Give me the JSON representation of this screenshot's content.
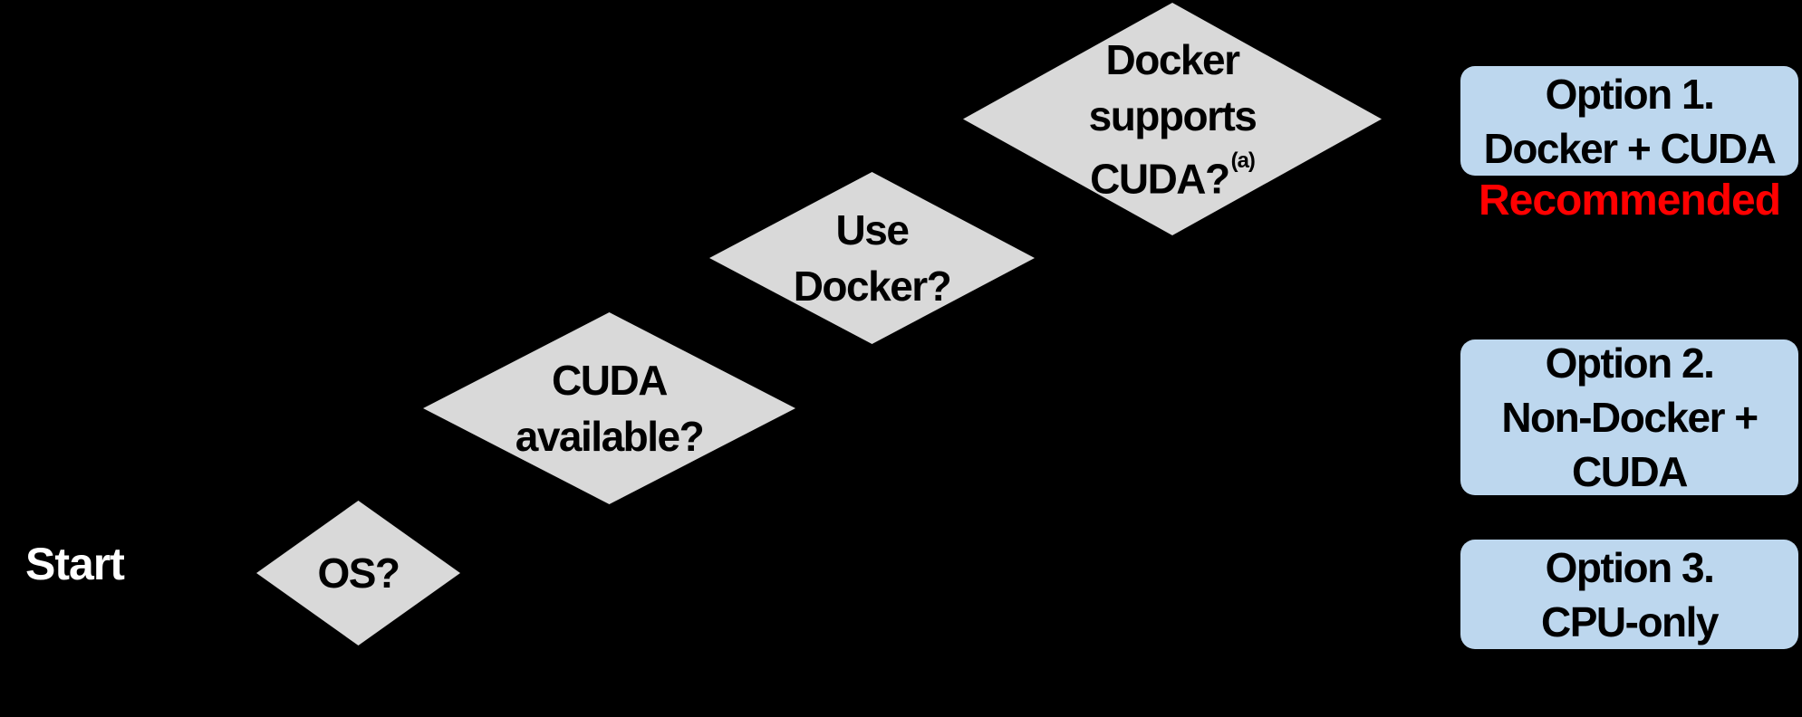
{
  "background": "#000000",
  "colors": {
    "diamond_fill": "#d9d9d9",
    "option_fill": "#bdd7ee",
    "node_text": "#000000",
    "start_text": "#ffffff",
    "recommended_text": "#ff0000"
  },
  "start_label": "Start",
  "decisions": [
    {
      "id": "os",
      "lines": [
        "OS?"
      ]
    },
    {
      "id": "cuda-available",
      "lines": [
        "CUDA",
        "available?"
      ]
    },
    {
      "id": "use-docker",
      "lines": [
        "Use",
        "Docker?"
      ]
    },
    {
      "id": "docker-supports-cuda",
      "lines": [
        "Docker",
        "supports",
        "CUDA?"
      ],
      "superscript": "(a)"
    }
  ],
  "options": [
    {
      "id": "option-1",
      "lines": [
        "Option 1.",
        "Docker + CUDA"
      ],
      "badge": "Recommended"
    },
    {
      "id": "option-2",
      "lines": [
        "Option 2.",
        "Non-Docker +",
        "CUDA"
      ]
    },
    {
      "id": "option-3",
      "lines": [
        "Option 3.",
        "CPU-only"
      ]
    }
  ]
}
